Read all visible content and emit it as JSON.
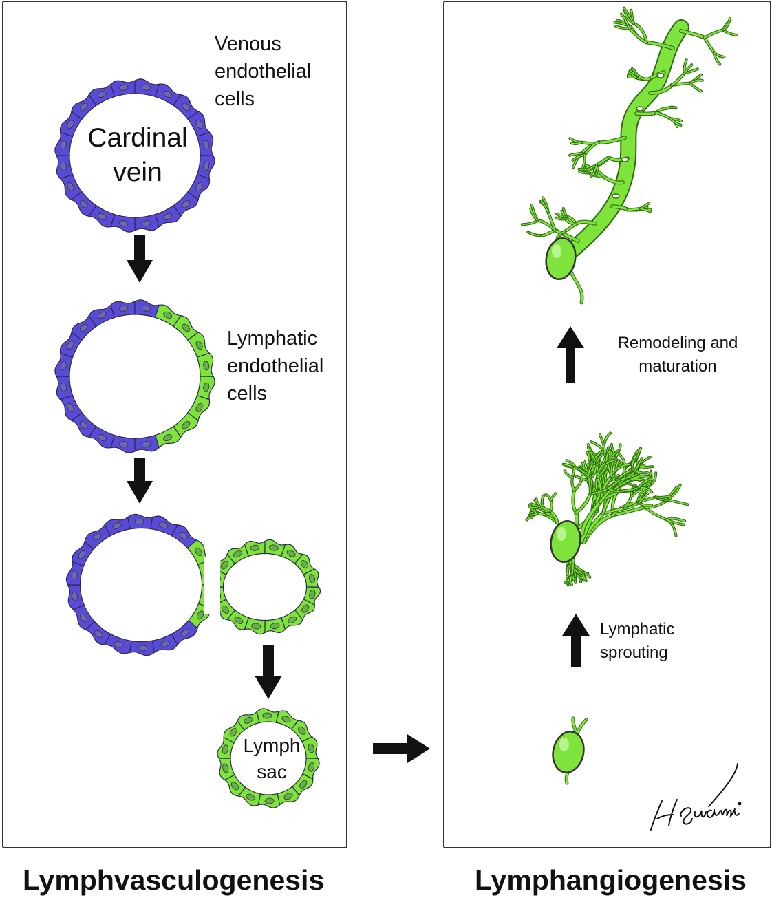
{
  "left": {
    "title": "Lymphvasculogenesis",
    "venous_label": [
      "Venous",
      "endothelial",
      "cells"
    ],
    "cardinal_vein_label": [
      "Cardinal",
      "vein"
    ],
    "lymphatic_label": [
      "Lymphatic",
      "endothelial",
      "cells"
    ],
    "lymph_sac_label": [
      "Lymph",
      "sac"
    ]
  },
  "right": {
    "title": "Lymphangiogenesis",
    "remodeling_label": [
      "Remodeling and",
      "maturation"
    ],
    "sprouting_label": [
      "Lymphatic",
      "sprouting"
    ],
    "signature": "H.Suami"
  },
  "colors": {
    "venous": "#5a4ad8",
    "lymphatic": "#7ee33a",
    "nucleus_venous": "#6a67b5",
    "nucleus_lymphatic": "#6aad4e",
    "arrow": "#111111"
  }
}
